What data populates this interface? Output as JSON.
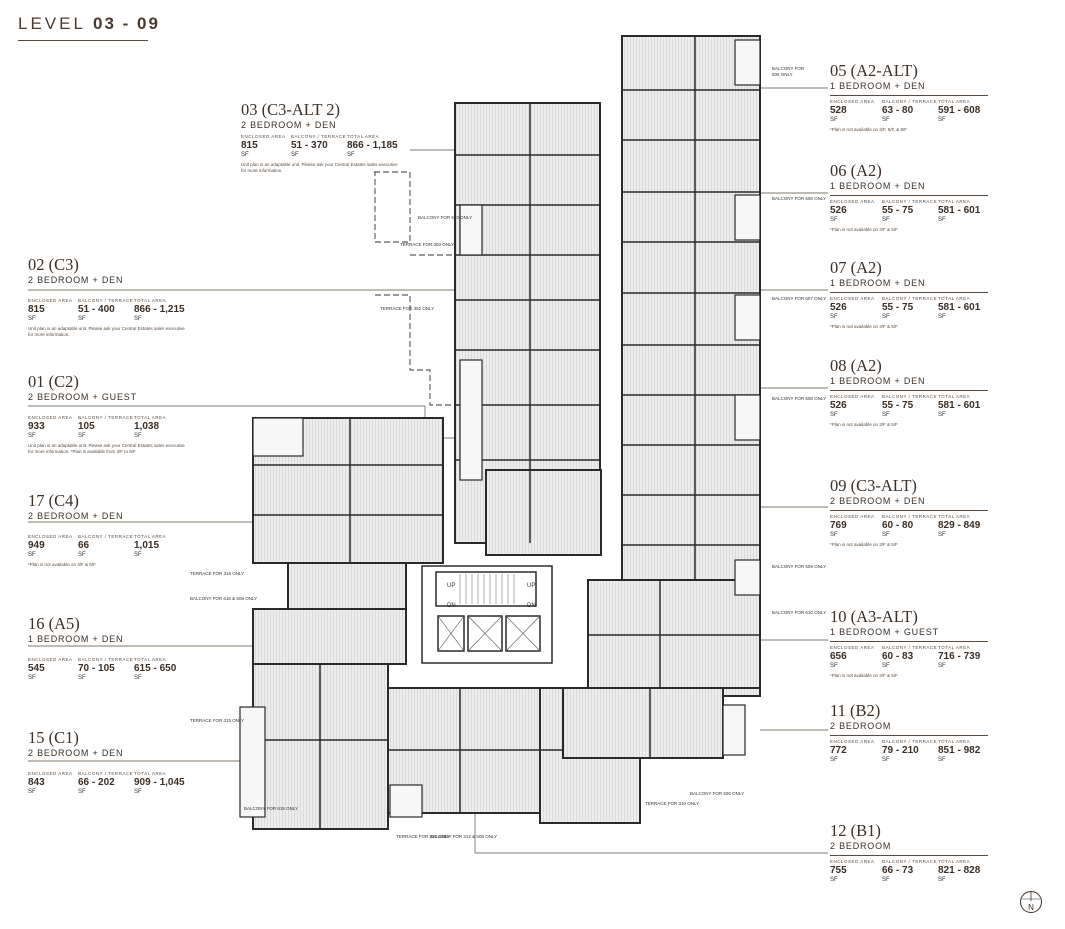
{
  "page": {
    "level_prefix": "LEVEL",
    "level_range": "03  - 09",
    "compass_label": "N"
  },
  "colors": {
    "ink": "#3b2f26",
    "wall": "#2a2a2a",
    "floor": "#e8e8e8",
    "balcony": "#f4f4f4"
  },
  "headers": {
    "enclosed": "ENCLOSED AREA",
    "balcony": "BALCONY / TERRACE",
    "total": "TOTAL AREA",
    "unit_sf": "SF"
  },
  "units": [
    {
      "id": "u05",
      "name": "05 (A2-ALT)",
      "type": "1 BEDROOM + DEN",
      "enclosed": "528",
      "balcony": "63 - 80",
      "total": "591 - 608",
      "note": "*Plan is not available on 3/F, 5/F, & 8/F"
    },
    {
      "id": "u06",
      "name": "06 (A2)",
      "type": "1 BEDROOM + DEN",
      "enclosed": "526",
      "balcony": "55 - 75",
      "total": "581 - 601",
      "note": "*Plan is not available on 3/F & 5/F"
    },
    {
      "id": "u07",
      "name": "07 (A2)",
      "type": "1 BEDROOM + DEN",
      "enclosed": "526",
      "balcony": "55 - 75",
      "total": "581 - 601",
      "note": "*Plan is not available on 3/F & 5/F"
    },
    {
      "id": "u08",
      "name": "08 (A2)",
      "type": "1 BEDROOM + DEN",
      "enclosed": "526",
      "balcony": "55 - 75",
      "total": "581 - 601",
      "note": "*Plan is not available on 3/F & 5/F"
    },
    {
      "id": "u09",
      "name": "09 (C3-ALT)",
      "type": "2 BEDROOM + DEN",
      "enclosed": "769",
      "balcony": "60 - 80",
      "total": "829 - 849",
      "note": "*Plan is not available on 3/F & 5/F"
    },
    {
      "id": "u10",
      "name": "10 (A3-ALT)",
      "type": "1 BEDROOM + GUEST",
      "enclosed": "656",
      "balcony": "60 - 83",
      "total": "716 - 739",
      "note": "*Plan is not available on 3/F & 5/F"
    },
    {
      "id": "u11",
      "name": "11 (B2)",
      "type": "2 BEDROOM",
      "enclosed": "772",
      "balcony": "79 - 210",
      "total": "851 - 982",
      "note": ""
    },
    {
      "id": "u12",
      "name": "12 (B1)",
      "type": "2 BEDROOM",
      "enclosed": "755",
      "balcony": "66 - 73",
      "total": "821 - 828",
      "note": ""
    },
    {
      "id": "u03",
      "name": "03 (C3-ALT 2)",
      "type": "2 BEDROOM + DEN",
      "enclosed": "815",
      "balcony": "51 - 370",
      "total": "866 - 1,185",
      "note": "Unit plan is an adaptable unit. Please ask your Central Estates sales executive for more information."
    },
    {
      "id": "u02",
      "name": "02 (C3)",
      "type": "2 BEDROOM + DEN",
      "enclosed": "815",
      "balcony": "51 - 400",
      "total": "866 - 1,215",
      "note": "Unit plan is an adaptable unit. Please ask your Central Estates sales executive for more information."
    },
    {
      "id": "u01",
      "name": "01 (C2)",
      "type": "2 BEDROOM + GUEST",
      "enclosed": "933",
      "balcony": "105",
      "total": "1,038",
      "note": "Unit plan is an adaptable unit. Please ask your Central Estates sales executive for more information. *Plan is available from 3/F to 8/F"
    },
    {
      "id": "u17",
      "name": "17 (C4)",
      "type": "2 BEDROOM + DEN",
      "enclosed": "949",
      "balcony": "66",
      "total": "1,015",
      "note": "*Plan is not available on 3/F & 5/F"
    },
    {
      "id": "u16",
      "name": "16 (A5)",
      "type": "1 BEDROOM + DEN",
      "enclosed": "545",
      "balcony": "70 - 105",
      "total": "615 - 650",
      "note": ""
    },
    {
      "id": "u15",
      "name": "15 (C1)",
      "type": "2 BEDROOM + DEN",
      "enclosed": "843",
      "balcony": "66 - 202",
      "total": "909 - 1,045",
      "note": ""
    }
  ],
  "plan_labels": [
    {
      "id": "l1",
      "text": "BALCONY FOR 503 ONLY"
    },
    {
      "id": "l2",
      "text": "BALCONY FOR 502 ONLY"
    },
    {
      "id": "l3",
      "text": "TERRACE FOR 303 ONLY"
    },
    {
      "id": "l4",
      "text": "TERRACE FOR 302 ONLY"
    },
    {
      "id": "l5",
      "text": "BALCONY FOR 606 ONLY"
    },
    {
      "id": "l6",
      "text": "BALCONY FOR 607 ONLY"
    },
    {
      "id": "l7",
      "text": "BALCONY FOR 608 ONLY"
    },
    {
      "id": "l8",
      "text": "BALCONY FOR 509 ONLY"
    },
    {
      "id": "l9",
      "text": "BALCONY FOR 610 ONLY"
    },
    {
      "id": "l10",
      "text": "TERRACE FOR 316 ONLY"
    },
    {
      "id": "l11",
      "text": "BALCONY FOR 616 & 506 ONLY"
    },
    {
      "id": "l12",
      "text": "TERRACE FOR 315 ONLY"
    },
    {
      "id": "l13",
      "text": "BALCONY FOR 615 ONLY"
    },
    {
      "id": "l14",
      "text": "TERRACE FOR 311 ONLY"
    },
    {
      "id": "l15",
      "text": "BALCONY FOR 312 & 506 ONLY"
    },
    {
      "id": "l16",
      "text": "TERRACE FOR 310 ONLY"
    },
    {
      "id": "l17",
      "text": "BALCONY FOR 505 ONLY"
    },
    {
      "id": "l18",
      "text": "UP"
    },
    {
      "id": "l19",
      "text": "DN"
    },
    {
      "id": "l20",
      "text": "UP"
    },
    {
      "id": "l21",
      "text": "DN"
    }
  ]
}
